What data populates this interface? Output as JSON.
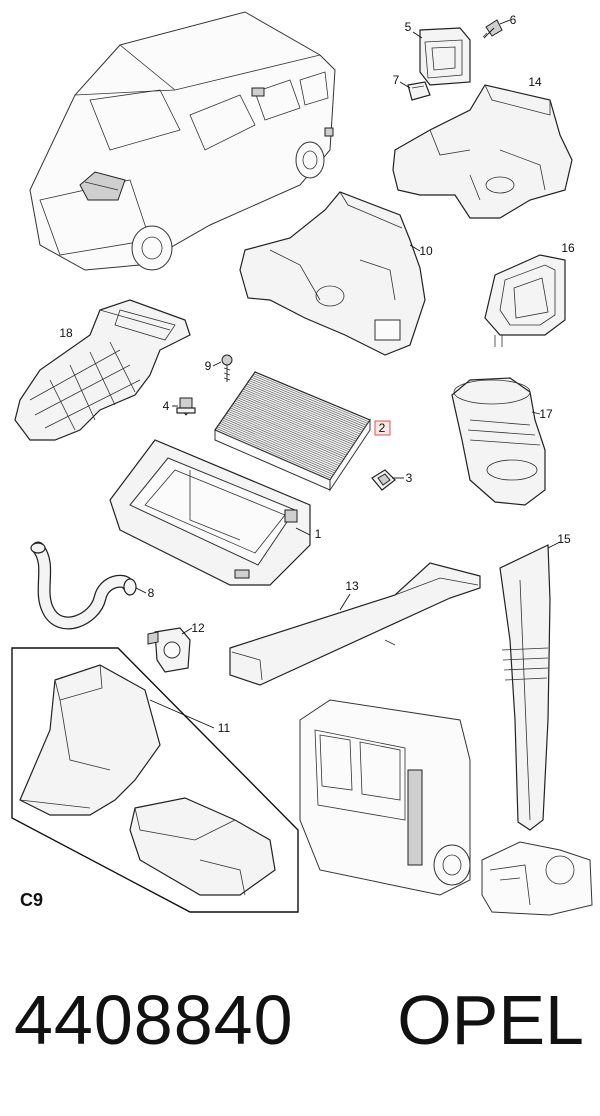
{
  "diagram": {
    "callouts": [
      "1",
      "2",
      "3",
      "4",
      "5",
      "6",
      "7",
      "8",
      "9",
      "10",
      "11",
      "12",
      "13",
      "14",
      "15",
      "16",
      "17",
      "18"
    ],
    "highlighted_callout": "2",
    "highlight_color": "#e05050",
    "section_label": "C9"
  },
  "footer": {
    "part_number": "4408840",
    "brand": "OPEL"
  }
}
